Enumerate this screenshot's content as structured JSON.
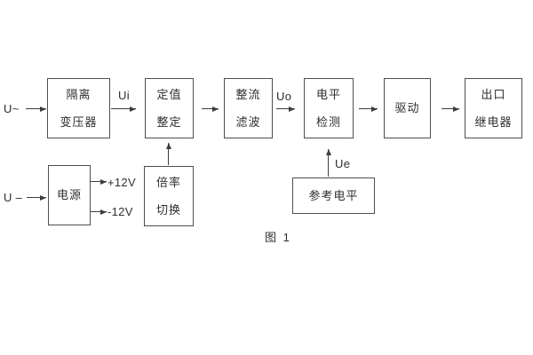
{
  "diagram": {
    "caption": "图 1",
    "blocks": {
      "isolation_transformer": {
        "line1": "隔离",
        "line2": "变压器"
      },
      "setting_adjust": {
        "line1": "定值",
        "line2": "整定"
      },
      "rectify_filter": {
        "line1": "整流",
        "line2": "滤波"
      },
      "level_detect": {
        "line1": "电平",
        "line2": "检测"
      },
      "drive": {
        "line1": "驱动"
      },
      "output_relay": {
        "line1": "出口",
        "line2": "继电器"
      },
      "power_supply": {
        "line1": "电源"
      },
      "ratio_switch": {
        "line1": "倍率",
        "line2": "切换"
      },
      "reference_level": {
        "line1": "参考电平"
      }
    },
    "signals": {
      "ac_input": "U~",
      "dc_input": "U –",
      "ui": "Ui",
      "uo": "Uo",
      "ue": "Ue",
      "plus_12v": "+12V",
      "minus_12v": "-12V"
    },
    "colors": {
      "background": "#ffffff",
      "line": "#3d3d3d",
      "border": "#4f4f4f",
      "text": "#2e2e2e"
    }
  }
}
